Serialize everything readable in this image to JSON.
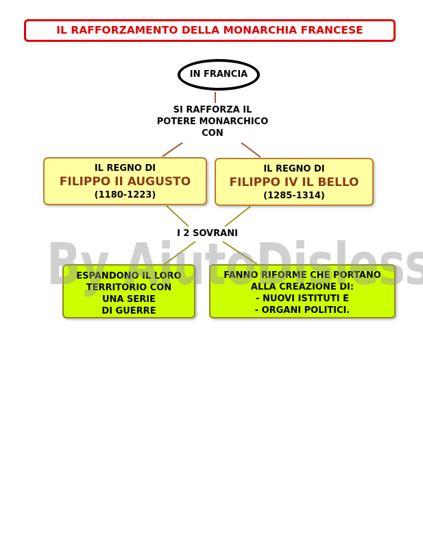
{
  "title": "IL RAFFORZAMENTO DELLA MONARCHIA FRANCESE",
  "root": "IN FRANCIA",
  "link_text": [
    "SI RAFFORZA IL",
    "POTERE MONARCHICO",
    "CON"
  ],
  "reigns": [
    {
      "prefix": "IL REGNO DI",
      "name": "FILIPPO II AUGUSTO",
      "years": "(1180-1223)"
    },
    {
      "prefix": "IL REGNO DI",
      "name": "FILIPPO IV IL BELLO",
      "years": "(1285-1314)"
    }
  ],
  "middle": "I 2 SOVRANI",
  "outcomes": [
    [
      "ESPANDONO IL LORO",
      "TERRITORIO CON",
      "UNA SERIE",
      "DI GUERRE"
    ],
    [
      "FANNO RIFORME CHE PORTANO",
      "ALLA CREAZIONE DI:",
      "- NUOVI ISTITUTI E",
      "- ORGANI POLITICI."
    ]
  ],
  "watermark": "By AiutoDislessia.net",
  "colors": {
    "title": "#e00000",
    "reign_fill": "#ffffa2",
    "reign_border": "#b97b2e",
    "reign_name": "#8b3a14",
    "outcome_fill": "#ccff00",
    "outcome_border": "#8a8a1e",
    "connector": "#a0522d"
  }
}
